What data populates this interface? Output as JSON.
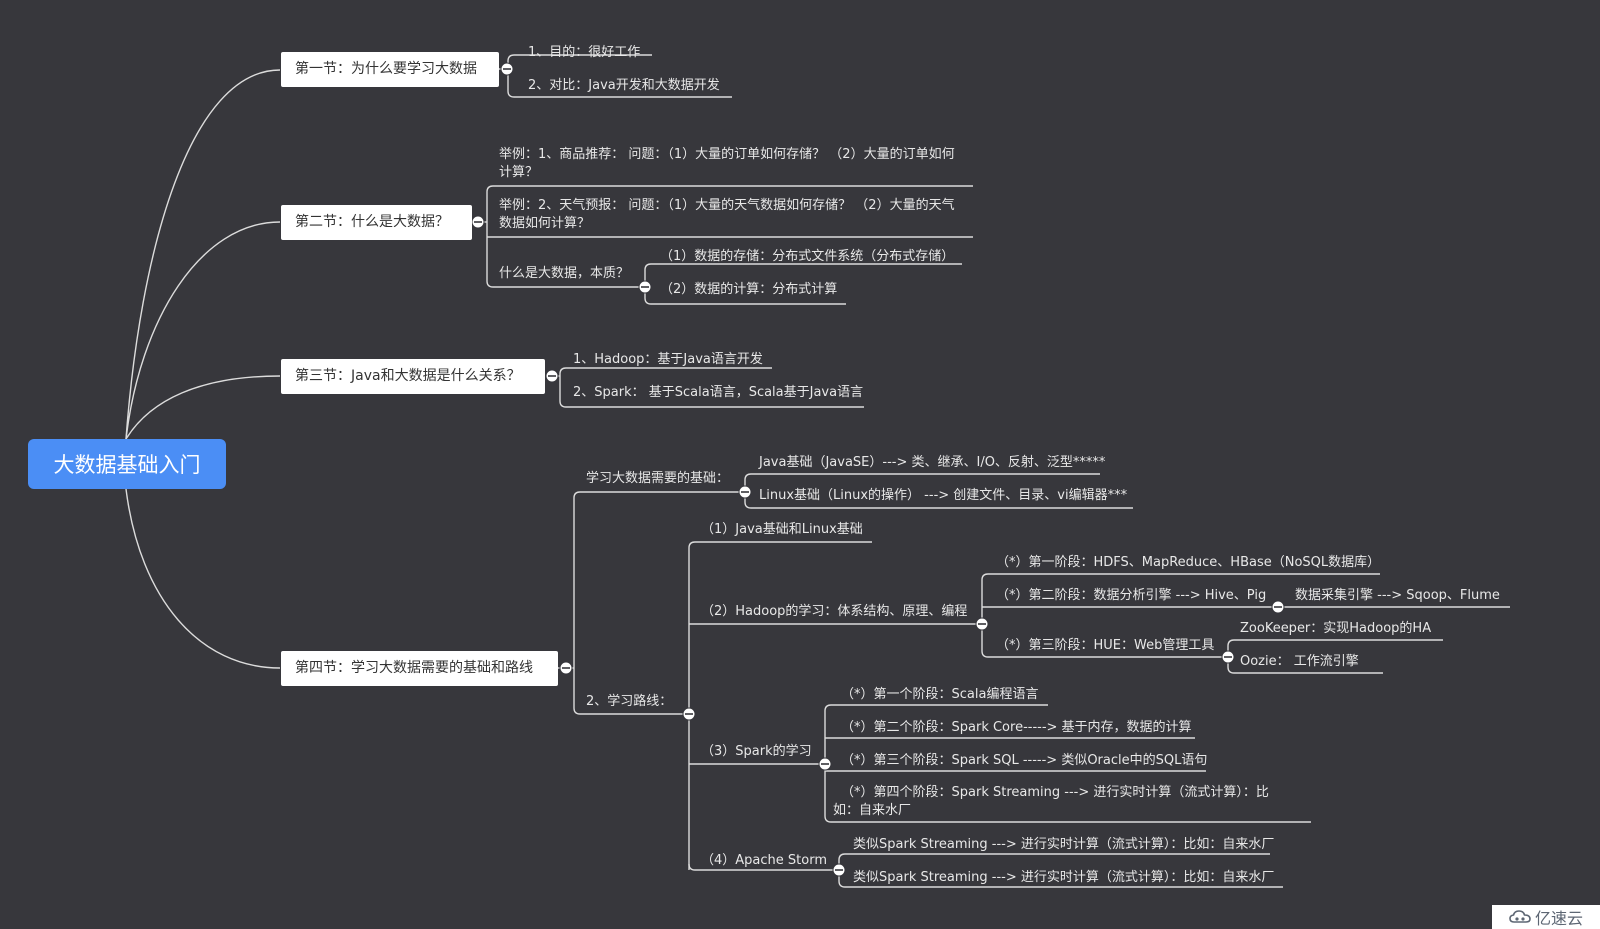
{
  "root": "大数据基础入门",
  "sections": [
    {
      "title": "第一节：为什么要学习大数据",
      "items": [
        "1、目的：很好工作",
        "2、对比：Java开发和大数据开发"
      ]
    },
    {
      "title": "第二节：什么是大数据？",
      "items": [
        "举例：1、商品推荐：  问题：（1）大量的订单如何存储？     （2）大量的订单如何计算？",
        "举例：2、天气预报：  问题：（1）大量的天气数据如何存储？ （2）大量的天气数据如何计算？",
        "什么是大数据，本质？"
      ],
      "essence": [
        "（1）数据的存储：分布式文件系统（分布式存储）",
        "（2）数据的计算：分布式计算"
      ]
    },
    {
      "title": "第三节：Java和大数据是什么关系？",
      "items": [
        "1、Hadoop：基于Java语言开发",
        "2、Spark： 基于Scala语言，Scala基于Java语言"
      ]
    },
    {
      "title": "第四节：学习大数据需要的基础和路线",
      "basics_title": "学习大数据需要的基础：",
      "basics": [
        "Java基础（JavaSE）---> 类、继承、I/O、反射、泛型*****",
        "Linux基础（Linux的操作）  ---> 创建文件、目录、vi编辑器***"
      ],
      "route_title": "2、学习路线：",
      "route": {
        "java_linux": "（1）Java基础和Linux基础",
        "hadoop": {
          "label": "（2）Hadoop的学习：体系结构、原理、编程",
          "stage1": "（*）第一阶段：HDFS、MapReduce、HBase（NoSQL数据库）",
          "stage2": "（*）第二阶段：数据分析引擎 ---> Hive、Pig",
          "stage2_child": "数据采集引擎 ---> Sqoop、Flume",
          "stage3": "（*）第三阶段：HUE：Web管理工具",
          "stage3_children": [
            "ZooKeeper：实现Hadoop的HA",
            "Oozie：   工作流引擎"
          ]
        },
        "spark": {
          "label": "（3）Spark的学习",
          "stages": [
            "（*）第一个阶段：Scala编程语言",
            "（*）第二个阶段：Spark Core-----> 基于内存，数据的计算",
            "（*）第三个阶段：Spark SQL -----> 类似Oracle中的SQL语句",
            "（*）第四个阶段：Spark Streaming ---> 进行实时计算（流式计算）：比如：自来水厂"
          ]
        },
        "storm": {
          "label": "（4）Apache Storm",
          "items": [
            "类似Spark Streaming ---> 进行实时计算（流式计算）：比如：自来水厂",
            "类似Spark Streaming ---> 进行实时计算（流式计算）：比如：自来水厂"
          ]
        }
      }
    }
  ],
  "watermark": "亿速云",
  "colors": {
    "background": "#37373c",
    "root": "#4b8ef5",
    "line": "#dcdcdc"
  }
}
